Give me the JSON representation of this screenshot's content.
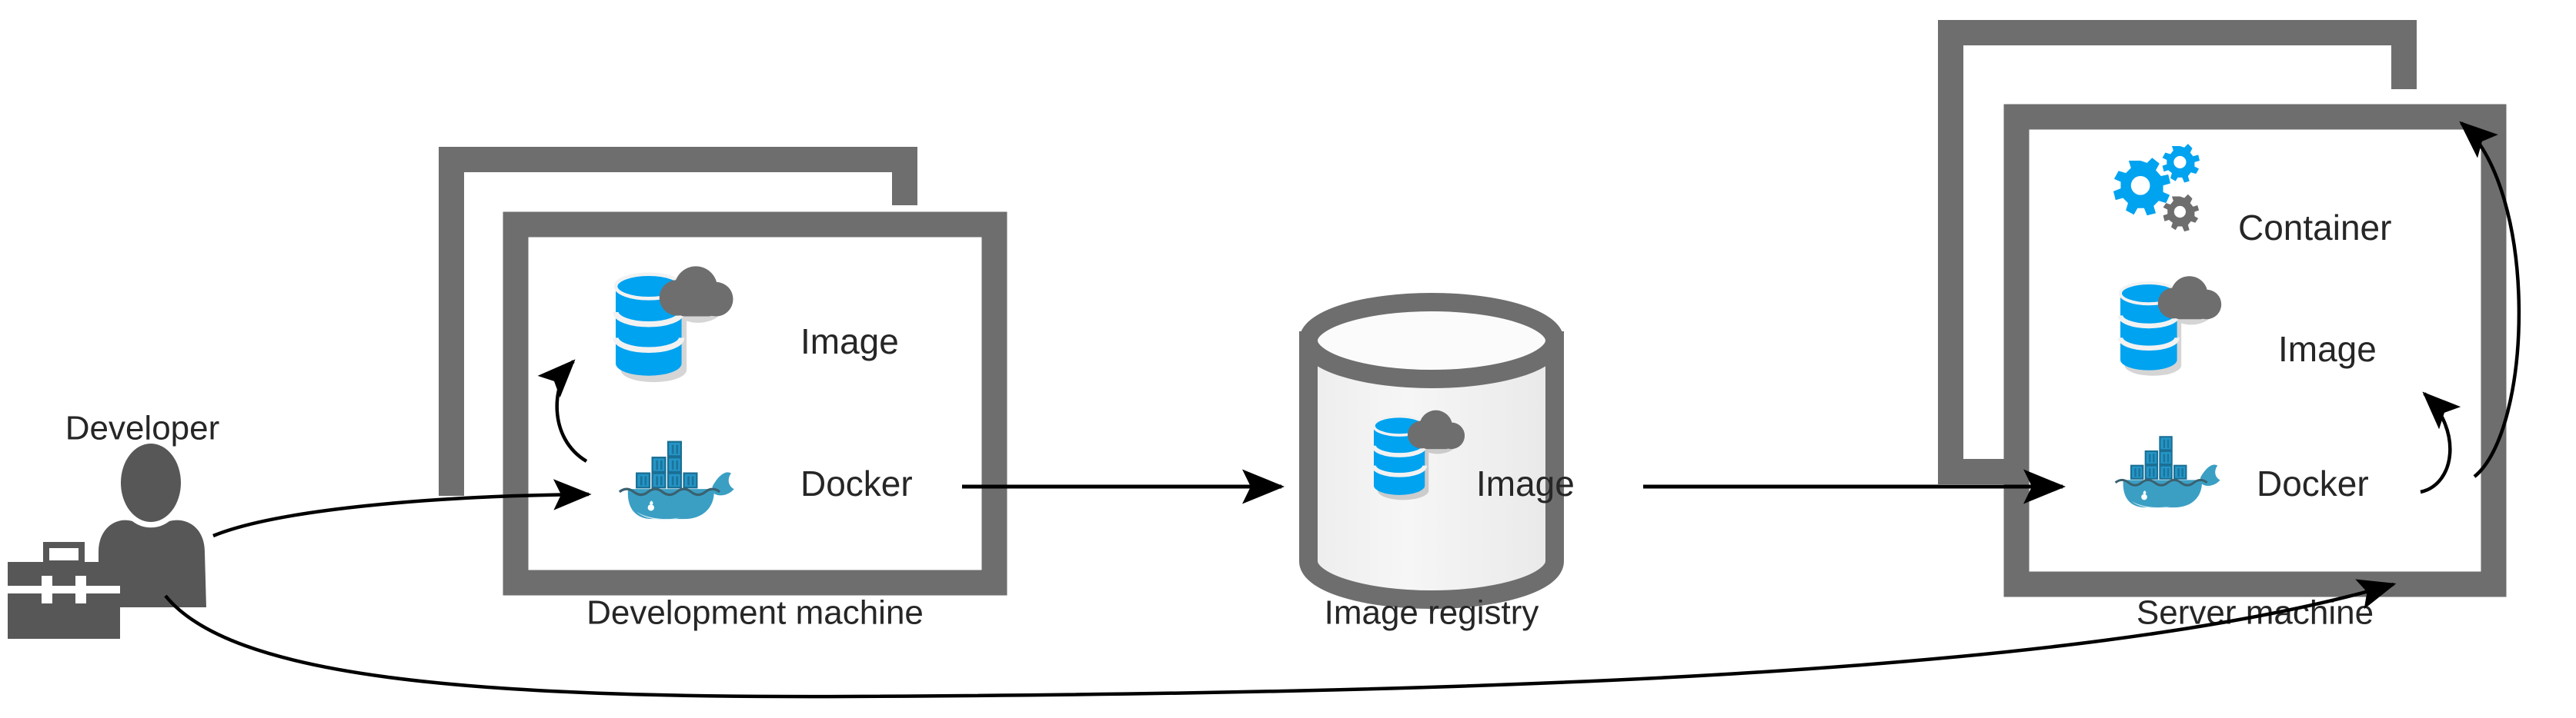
{
  "diagram": {
    "title": "Docker image build, registry push and server deployment workflow",
    "colors": {
      "machine_border": "#6e6e6e",
      "registry_border": "#6e6e6e",
      "registry_fill": "#f2f2f2",
      "image_blue": "#00A3F0",
      "cloud_gray": "#6e6e6e",
      "docker_whale": "#3b9fc4",
      "gear_blue": "#00A3F0",
      "gear_gray": "#6e6e6e",
      "arrow_black": "#000000",
      "text_dark": "#262626",
      "actor_gray": "#575757",
      "background": "#ffffff"
    },
    "actor": {
      "label": "Developer",
      "icon": "developer-person-icon",
      "tool_icon": "toolbox-icon"
    },
    "nodes": [
      {
        "id": "development-machine",
        "caption": "Development machine",
        "items": [
          {
            "label": "Image",
            "icon": "image-database-cloud-icon"
          },
          {
            "label": "Docker",
            "icon": "docker-whale-icon"
          }
        ]
      },
      {
        "id": "image-registry",
        "caption": "Image registry",
        "shape": "cylinder",
        "items": [
          {
            "label": "Image",
            "icon": "image-database-cloud-icon"
          }
        ]
      },
      {
        "id": "server-machine",
        "caption": "Server machine",
        "items": [
          {
            "label": "Container",
            "icon": "gears-icon"
          },
          {
            "label": "Image",
            "icon": "image-database-cloud-icon"
          },
          {
            "label": "Docker",
            "icon": "docker-whale-icon"
          }
        ]
      }
    ],
    "connections": [
      {
        "id": "developer-to-dev-docker",
        "from": "Developer",
        "to": "Docker (Development machine)",
        "style": "curved-arrow"
      },
      {
        "id": "dev-docker-to-dev-image",
        "from": "Docker (Development machine)",
        "to": "Image (Development machine)",
        "style": "curved-arrow"
      },
      {
        "id": "dev-docker-to-registry",
        "from": "Docker (Development machine)",
        "to": "Image registry",
        "style": "straight-arrow"
      },
      {
        "id": "registry-to-server-docker",
        "from": "Image registry",
        "to": "Docker (Server machine)",
        "style": "straight-arrow"
      },
      {
        "id": "server-docker-to-server-image",
        "from": "Docker (Server machine)",
        "to": "Image (Server machine)",
        "style": "curved-arrow"
      },
      {
        "id": "server-docker-to-container",
        "from": "Docker (Server machine)",
        "to": "Container (Server machine)",
        "style": "curved-arrow"
      },
      {
        "id": "developer-to-server-machine",
        "from": "Developer",
        "to": "Server machine",
        "style": "long-curved-arrow"
      }
    ]
  }
}
